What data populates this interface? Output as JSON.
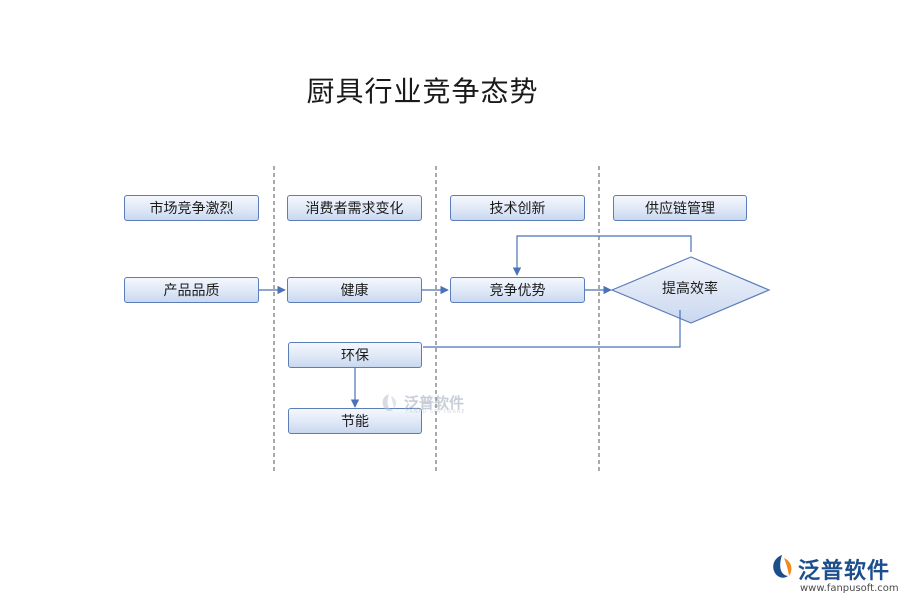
{
  "title": "厨具行业竞争态势",
  "nodes": {
    "market_competition": "市场竞争激烈",
    "consumer_demand": "消费者需求变化",
    "tech_innovation": "技术创新",
    "supply_chain": "供应链管理",
    "product_quality": "产品品质",
    "health": "健康",
    "competitive_advantage": "竞争优势",
    "improve_efficiency": "提高效率",
    "eco": "环保",
    "energy_saving": "节能"
  },
  "watermark": {
    "text": "泛普软件",
    "subtext": "FANPU SOFTWARE"
  },
  "brand": {
    "name": "泛普软件",
    "url": "www.fanpusoft.com"
  },
  "colors": {
    "node_border": "#5b7db8",
    "node_fill_top": "#f4f7fd",
    "node_fill_bottom": "#c9d7ef",
    "connector": "#4a72b8",
    "divider": "#555555",
    "brand_blue": "#1c4e8c",
    "brand_orange": "#f08a1c"
  }
}
